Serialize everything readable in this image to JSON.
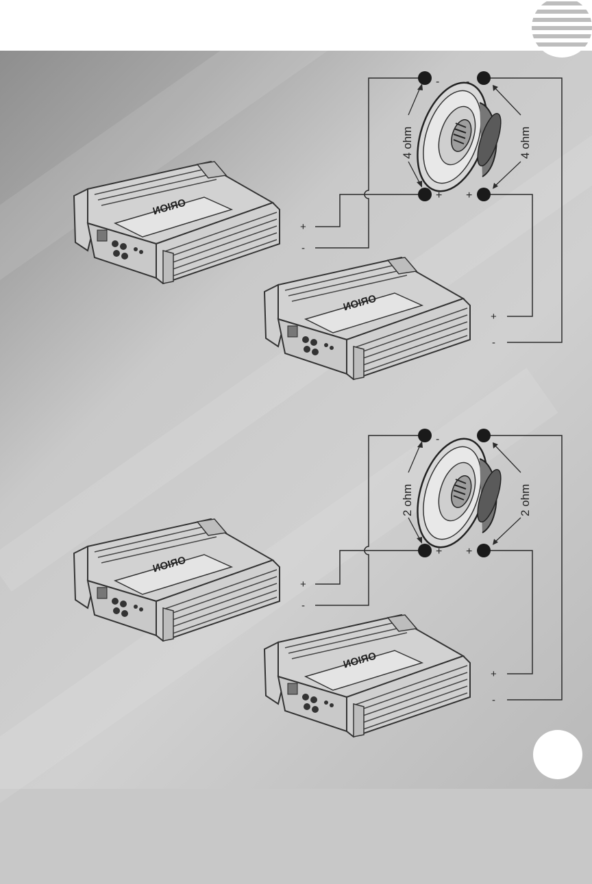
{
  "diagrams": [
    {
      "impedance_left": "4 ohm",
      "impedance_right": "4 ohm",
      "terminals": {
        "neg": "-",
        "pos": "+"
      },
      "amp_top_labels": {
        "pos": "+",
        "neg": "-"
      },
      "amp_bottom_labels": {
        "pos": "+",
        "neg": "-"
      },
      "brand": "ORION"
    },
    {
      "impedance_left": "2 ohm",
      "impedance_right": "2 ohm",
      "terminals": {
        "neg": "-",
        "pos": "+"
      },
      "amp_top_labels": {
        "pos": "+",
        "neg": "-"
      },
      "amp_bottom_labels": {
        "pos": "+",
        "neg": "-"
      },
      "brand": "ORION"
    }
  ],
  "colors": {
    "wire": "#2a2a2a",
    "terminal": "#1a1a1a",
    "amp_body": "#d6d6d6",
    "outline": "#333333"
  }
}
